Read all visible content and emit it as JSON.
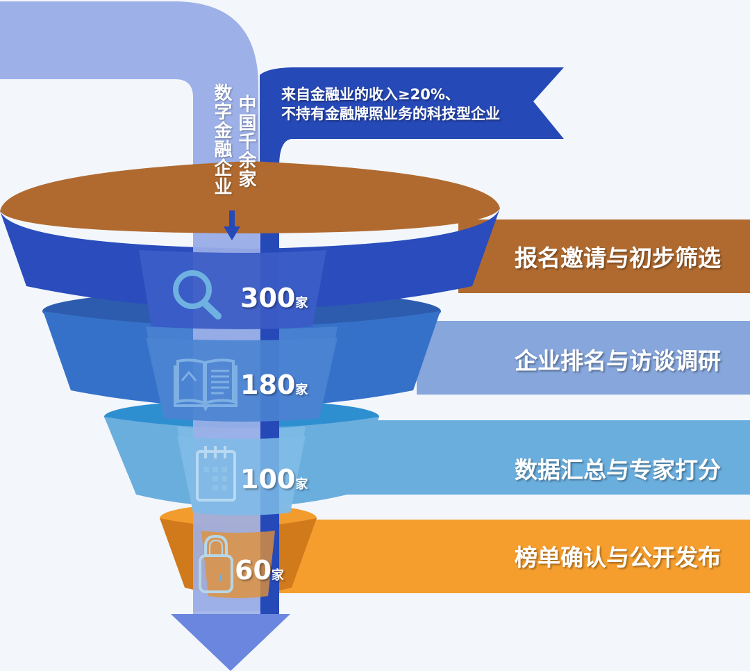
{
  "colors": {
    "background": "#f3f7fc",
    "pipe_light": "#9db0e8",
    "pipe_dark": "#2649b8",
    "arrow_bottom": "#6b86de",
    "stage1": "#2a4cbc",
    "stage1_rim": "#b06a30",
    "stage2": "#3671c9",
    "stage3": "#6aaede",
    "stage4": "#d98326",
    "stage4_rim": "#f39c2e",
    "icon_light": "#6fb2e2"
  },
  "source": {
    "vertical_text_right": "中国千余家",
    "vertical_text_left": "数字金融企业",
    "criteria_line1": "来自金融业的收入≥20%、",
    "criteria_line2": "不持有金融牌照业务的科技型企业"
  },
  "stages": [
    {
      "label": "报名邀请与初步筛选",
      "count": "300",
      "unit": "家",
      "icon": "search-icon",
      "band_color": "#b06a30"
    },
    {
      "label": "企业排名与访谈调研",
      "count": "180",
      "unit": "家",
      "icon": "open-book-icon",
      "band_color": "#86a6dc"
    },
    {
      "label": "数据汇总与专家打分",
      "count": "100",
      "unit": "家",
      "icon": "calendar-icon",
      "band_color": "#6aaede"
    },
    {
      "label": "榜单确认与公开发布",
      "count": "60",
      "unit": "家",
      "icon": "padlock-icon",
      "band_color": "#f59e2e"
    }
  ]
}
